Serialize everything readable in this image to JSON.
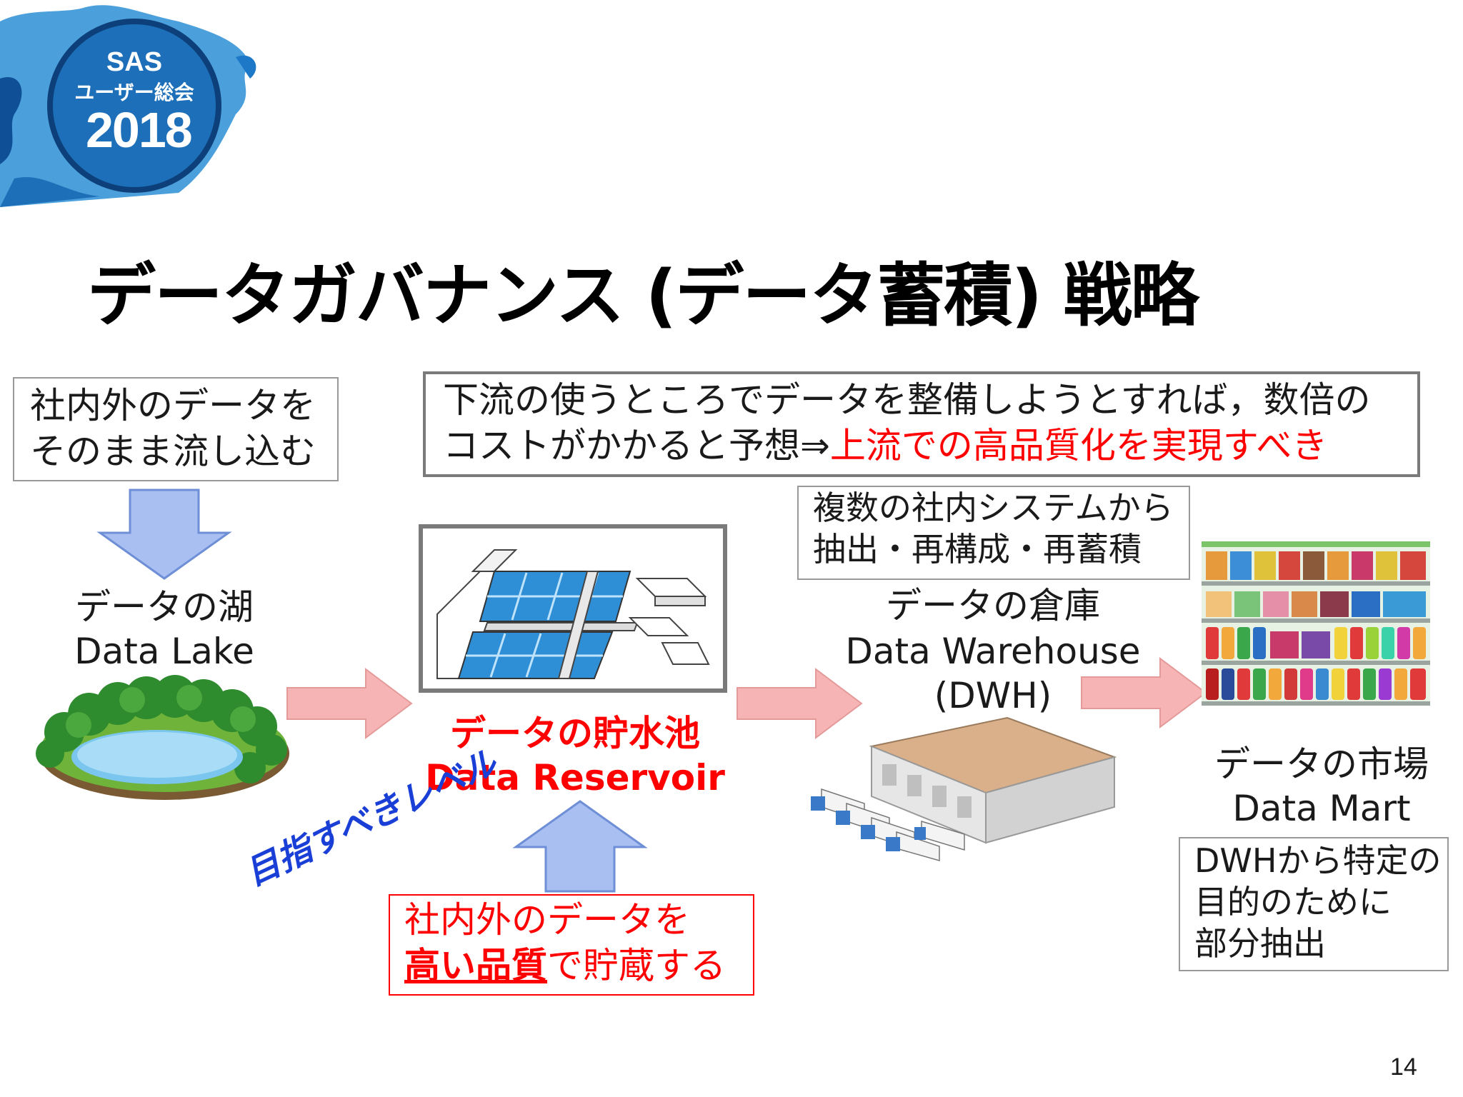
{
  "logo": {
    "line1": "SAS",
    "line2": "ユーザー総会",
    "line3": "2018",
    "colors": {
      "circle": "#1c6fb8",
      "splash": "#2b8fd6"
    }
  },
  "title": "データガバナンス (データ蓄積) 戦略",
  "lake_note": {
    "line1": "社内外のデータを",
    "line2": "そのまま流し込む"
  },
  "top_note": {
    "line1": "下流の使うところでデータを整備しようとすれば，数倍の",
    "line2_prefix": "コストがかかると予想⇒",
    "line2_emph": "上流での高品質化を実現すべき"
  },
  "lake": {
    "jp": "データの湖",
    "en": "Data Lake"
  },
  "reservoir": {
    "jp": "データの貯水池",
    "en": "Data Reservoir"
  },
  "goal_label": "目指すべきレベル",
  "reservoir_note": {
    "line1": "社内外のデータを",
    "line2_emph": "高い品質",
    "line2_rest": "で貯蔵する"
  },
  "warehouse_note": {
    "line1": "複数の社内システムから",
    "line2": "抽出・再構成・再蓄積"
  },
  "warehouse": {
    "jp": "データの倉庫",
    "en": "Data Warehouse",
    "abbr": "(DWH)"
  },
  "mart": {
    "jp": "データの市場",
    "en": "Data Mart"
  },
  "mart_note": {
    "line1": "DWHから特定の",
    "line2": "目的のために",
    "line3": "部分抽出"
  },
  "page_number": "14",
  "colors": {
    "accent_red": "#ff0000",
    "goal_blue": "#1a3fd6",
    "down_arrow": "#a9bff2",
    "right_arrow": "#f7b4b4",
    "water": "#3ea3e8"
  }
}
